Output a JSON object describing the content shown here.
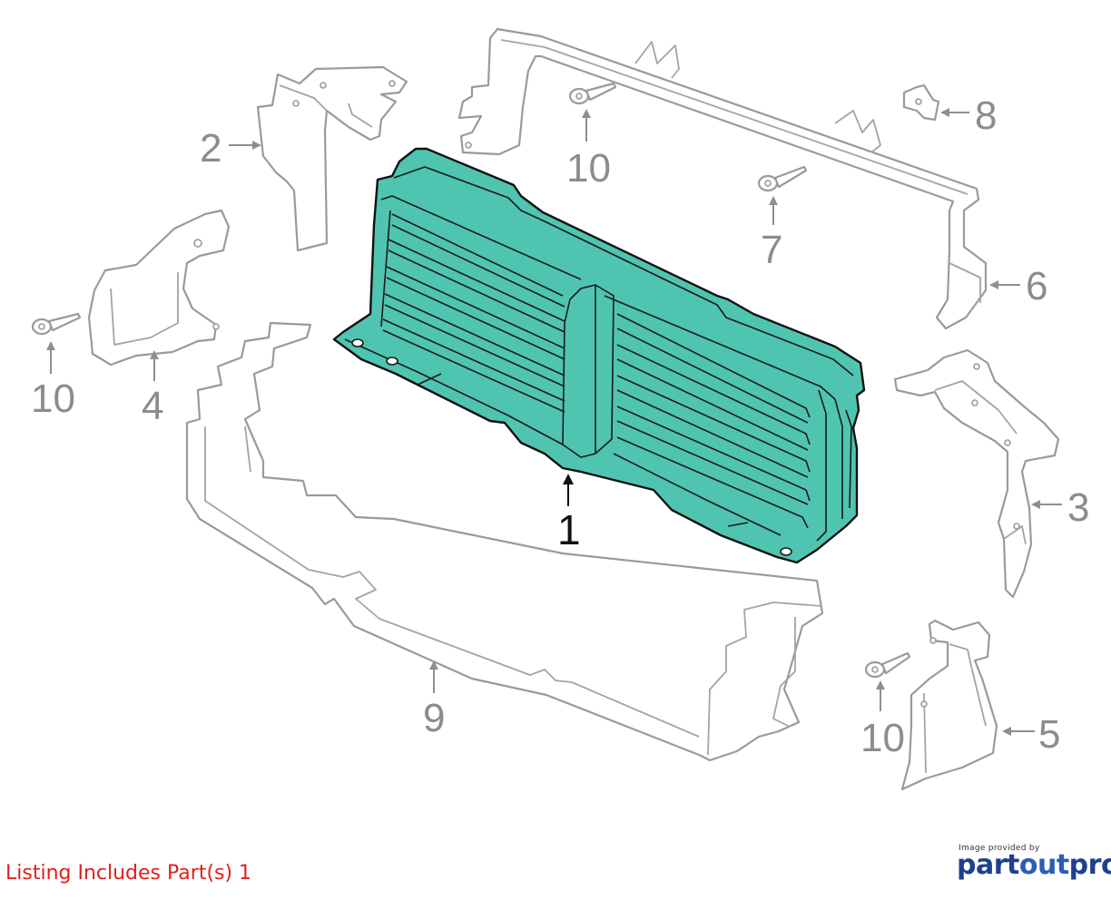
{
  "footer": {
    "listing_note": "Listing Includes Part(s) 1",
    "credit_text": "Image provided by",
    "brand_part1": "part",
    "brand_part2": "out",
    "brand_part3": "pro"
  },
  "callouts": {
    "c1": "1",
    "c2": "2",
    "c3": "3",
    "c4": "4",
    "c5": "5",
    "c6": "6",
    "c7": "7",
    "c8": "8",
    "c9": "9",
    "c10a": "10",
    "c10b": "10",
    "c10c": "10"
  },
  "colors": {
    "highlight": "#4fc4b1",
    "outline": "#9a9a9a",
    "listing_text": "#e02020",
    "brand": "#1f3f8f"
  }
}
